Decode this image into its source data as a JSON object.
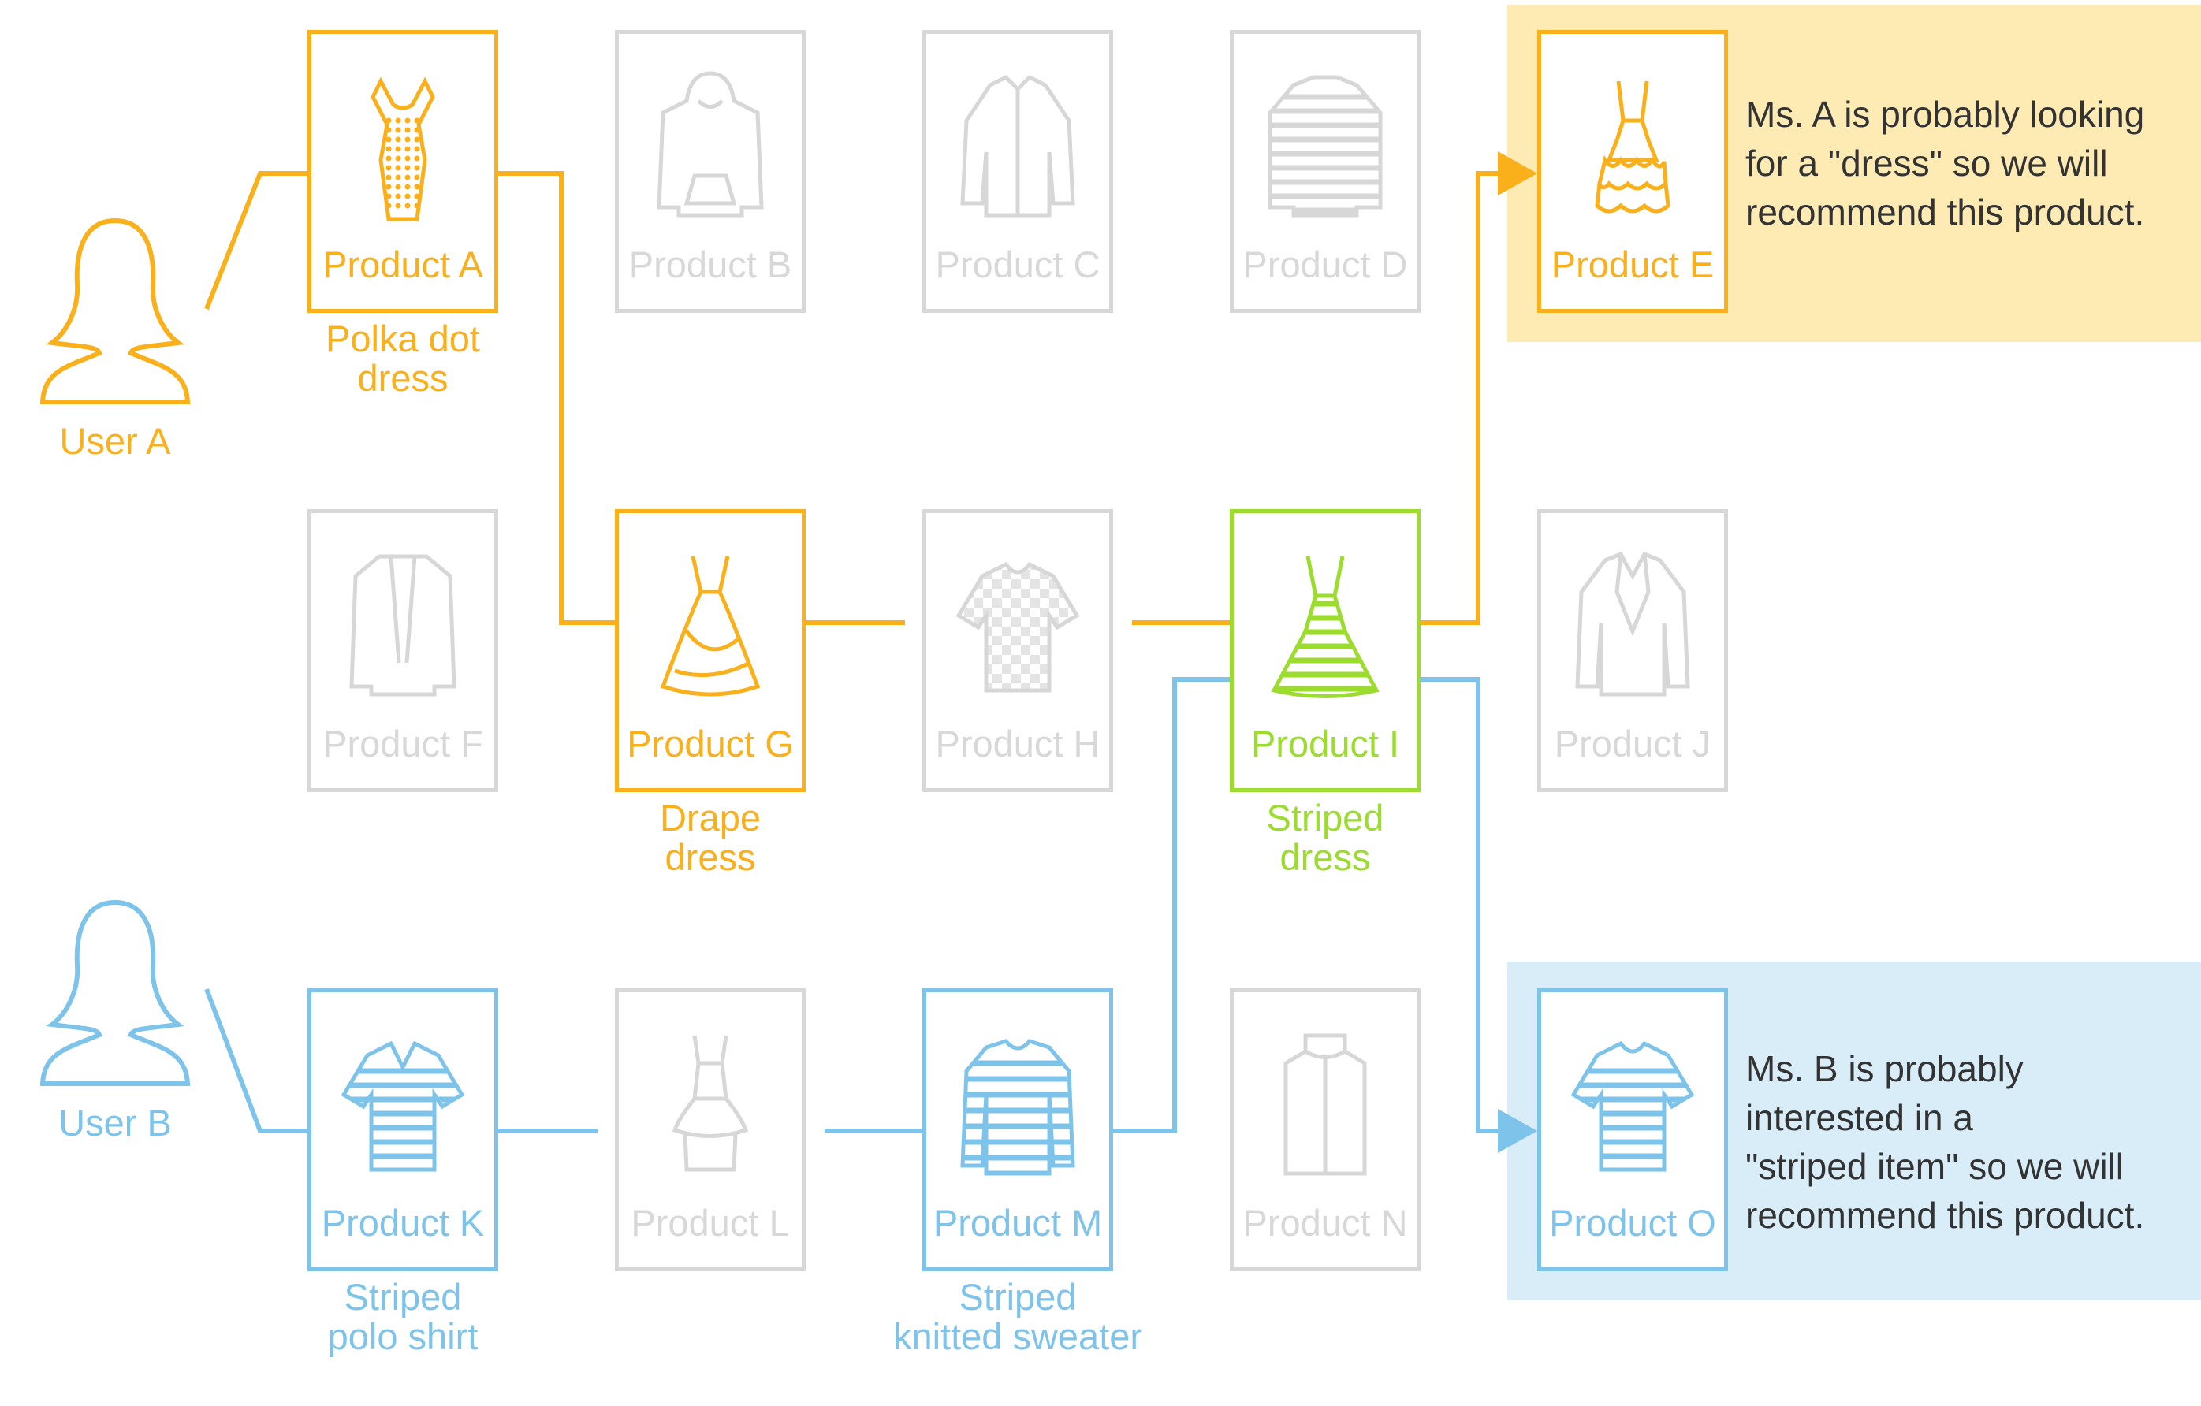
{
  "colors": {
    "user_a": "#f9b01b",
    "user_b": "#7ec4ea",
    "shared": "#9bdc2e",
    "inactive": "#d7d7d7",
    "highlight_a": "#fdebb3",
    "highlight_b": "#d9edf9",
    "note_text": "#333333"
  },
  "users": [
    {
      "id": "user-a",
      "label": "User A",
      "color": "user_a"
    },
    {
      "id": "user-b",
      "label": "User B",
      "color": "user_b"
    }
  ],
  "products": [
    {
      "id": "A",
      "label": "Product A",
      "caption": "Polka dot\ndress",
      "state": "user_a",
      "icon": "polka-dot-dress-icon"
    },
    {
      "id": "B",
      "label": "Product B",
      "caption": "",
      "state": "inactive",
      "icon": "hoodie-icon"
    },
    {
      "id": "C",
      "label": "Product C",
      "caption": "",
      "state": "inactive",
      "icon": "blouse-icon"
    },
    {
      "id": "D",
      "label": "Product D",
      "caption": "",
      "state": "inactive",
      "icon": "striped-jacket-icon"
    },
    {
      "id": "E",
      "label": "Product E",
      "caption": "",
      "state": "user_a",
      "icon": "ruffle-dress-icon"
    },
    {
      "id": "F",
      "label": "Product F",
      "caption": "",
      "state": "inactive",
      "icon": "cardigan-icon"
    },
    {
      "id": "G",
      "label": "Product G",
      "caption": "Drape\ndress",
      "state": "user_a",
      "icon": "drape-dress-icon"
    },
    {
      "id": "H",
      "label": "Product H",
      "caption": "",
      "state": "inactive",
      "icon": "checked-tshirt-icon"
    },
    {
      "id": "I",
      "label": "Product I",
      "caption": "Striped\ndress",
      "state": "shared",
      "icon": "striped-dress-icon"
    },
    {
      "id": "J",
      "label": "Product J",
      "caption": "",
      "state": "inactive",
      "icon": "blazer-icon"
    },
    {
      "id": "K",
      "label": "Product K",
      "caption": "Striped\npolo shirt",
      "state": "user_b",
      "icon": "striped-polo-icon"
    },
    {
      "id": "L",
      "label": "Product L",
      "caption": "",
      "state": "inactive",
      "icon": "peplum-dress-icon"
    },
    {
      "id": "M",
      "label": "Product M",
      "caption": "Striped\nknitted sweater",
      "state": "user_b",
      "icon": "striped-sweater-icon"
    },
    {
      "id": "N",
      "label": "Product N",
      "caption": "",
      "state": "inactive",
      "icon": "vest-icon"
    },
    {
      "id": "O",
      "label": "Product O",
      "caption": "",
      "state": "user_b",
      "icon": "striped-tshirt-icon"
    }
  ],
  "notes": {
    "user_a": "Ms. A is probably looking\nfor a \"dress\" so we will\nrecommend this product.",
    "user_b": "Ms. B is probably\ninterested in a\n\"striped item\" so we will\nrecommend this product."
  }
}
